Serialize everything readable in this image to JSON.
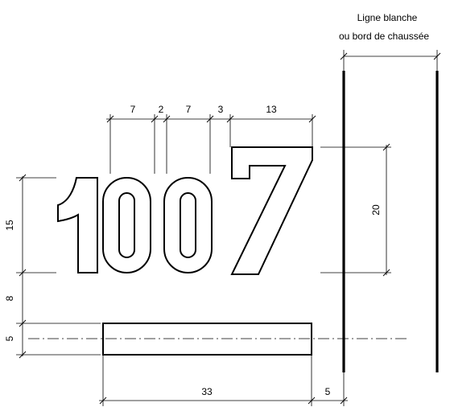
{
  "legend": {
    "line1": "Ligne blanche",
    "line2": "ou bord de chaussée"
  },
  "top_dimensions": [
    "7",
    "2",
    "7",
    "3",
    "13"
  ],
  "digits_height": "15",
  "seven_height": "20",
  "gap_label": "8",
  "bar_height": "5",
  "bar_width": "33",
  "offset": "5"
}
